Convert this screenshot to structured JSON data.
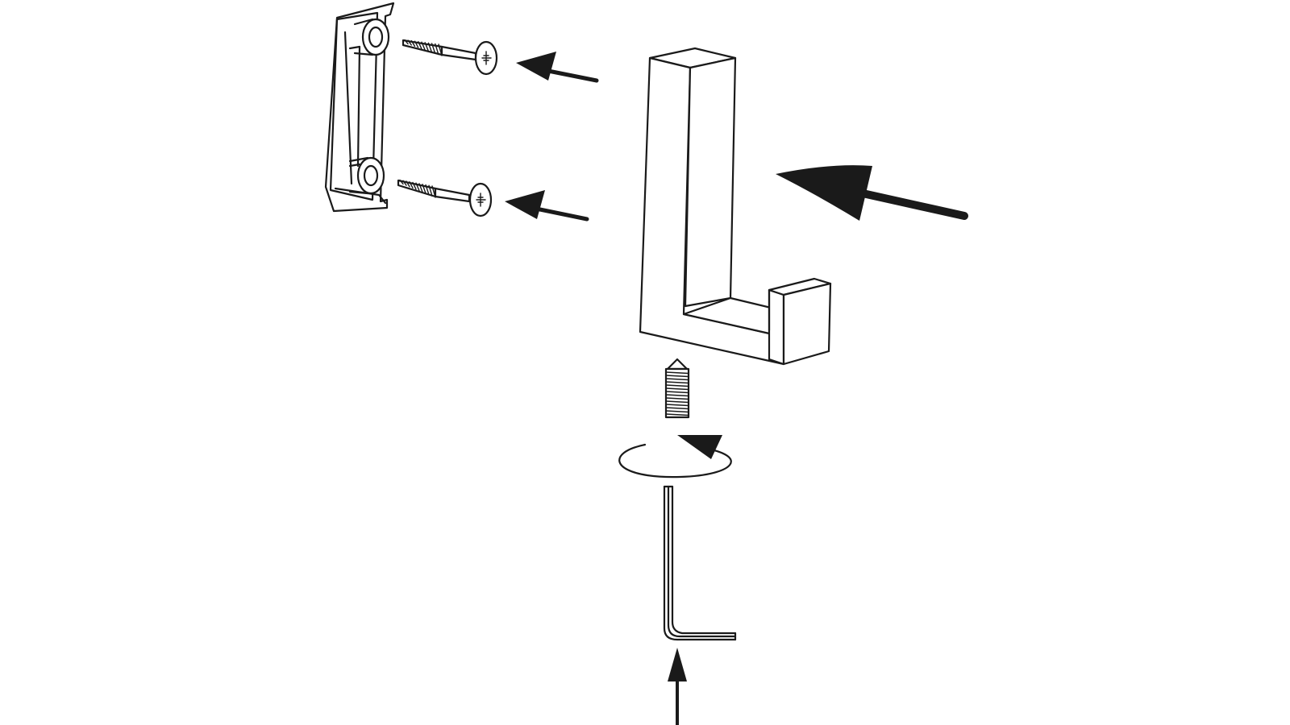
{
  "figure": {
    "description_visible_text": "",
    "parts": [
      "mounting-bracket",
      "wood-screw",
      "wood-screw",
      "coat-hook",
      "set-screw",
      "hex-key"
    ],
    "ink_color": "#1a1a1a",
    "background_color": "#ffffff"
  }
}
